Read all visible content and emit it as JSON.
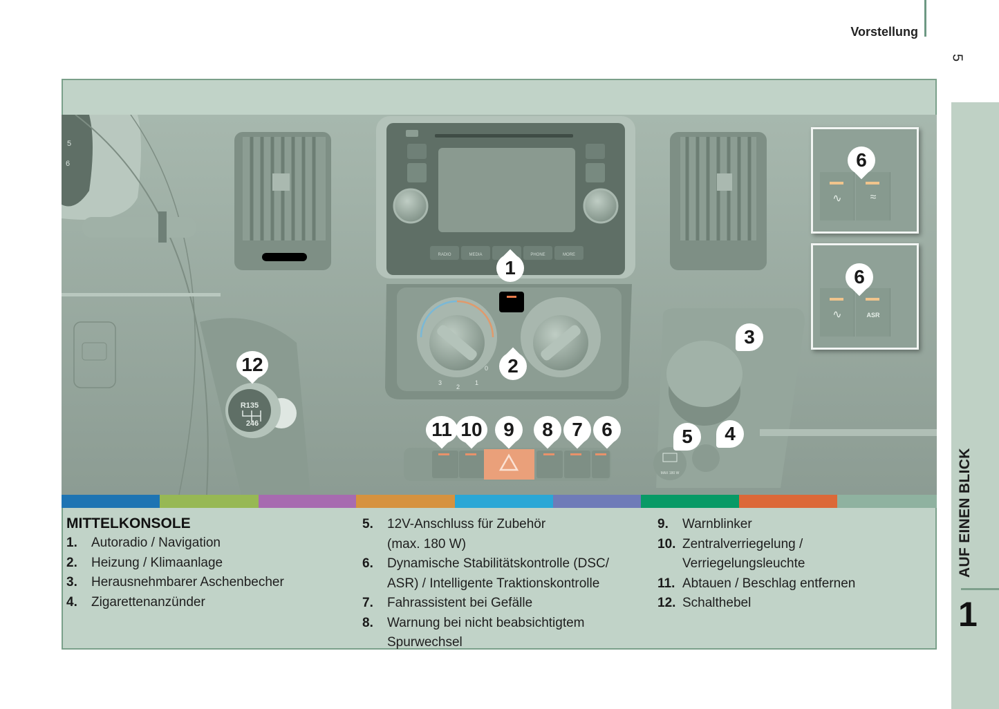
{
  "header": {
    "running_head": "Vorstellung",
    "page_number": "5"
  },
  "side_tab": {
    "label": "AUF EINEN BLICK",
    "chapter_number": "1"
  },
  "figure": {
    "color_bar": [
      "#1e74b3",
      "#97b854",
      "#a76bb0",
      "#d6923f",
      "#2aa7d6",
      "#6f7bb8",
      "#089a66",
      "#dc6838",
      "#8fb2a0"
    ],
    "markers": {
      "m1": "1",
      "m2": "2",
      "m3": "3",
      "m4": "4",
      "m5": "5",
      "m6a": "6",
      "m6b": "6",
      "m6c": "6",
      "m7": "7",
      "m8": "8",
      "m9": "9",
      "m10": "10",
      "m11": "11",
      "m12": "12"
    },
    "radio_buttons": [
      "RADIO",
      "MEDIA",
      "",
      "PHONE",
      "MORE"
    ],
    "shift_pattern_top": "R135",
    "shift_pattern_bottom": "246",
    "fan_speeds": [
      "3",
      "2",
      "1",
      "0"
    ],
    "inset_asr_label": "ASR",
    "socket_label": "MAX 180 W",
    "gauge_numbers": [
      "5",
      "6"
    ]
  },
  "legend": {
    "title": "MITTELKONSOLE",
    "column1": [
      {
        "num": "1.",
        "text": "Autoradio / Navigation"
      },
      {
        "num": "2.",
        "text": "Heizung / Klimaanlage"
      },
      {
        "num": "3.",
        "text": "Herausnehmbarer Aschenbecher"
      },
      {
        "num": "4.",
        "text": "Zigarettenanzünder"
      }
    ],
    "column2": [
      {
        "num": "5.",
        "text": "12V-Anschluss für Zubehör\n(max. 180 W)"
      },
      {
        "num": "6.",
        "text": "Dynamische Stabilitätskontrolle (DSC/\nASR) / Intelligente Traktionskontrolle"
      },
      {
        "num": "7.",
        "text": "Fahrassistent bei Gefälle"
      },
      {
        "num": "8.",
        "text": "Warnung bei nicht beabsichtigtem\nSpurwechsel"
      }
    ],
    "column3": [
      {
        "num": "9.",
        "text": "Warnblinker"
      },
      {
        "num": "10.",
        "text": "Zentralverriegelung /\nVerriegelungsleuchte"
      },
      {
        "num": "11.",
        "text": "Abtauen / Beschlag entfernen"
      },
      {
        "num": "12.",
        "text": "Schalthebel"
      }
    ]
  }
}
